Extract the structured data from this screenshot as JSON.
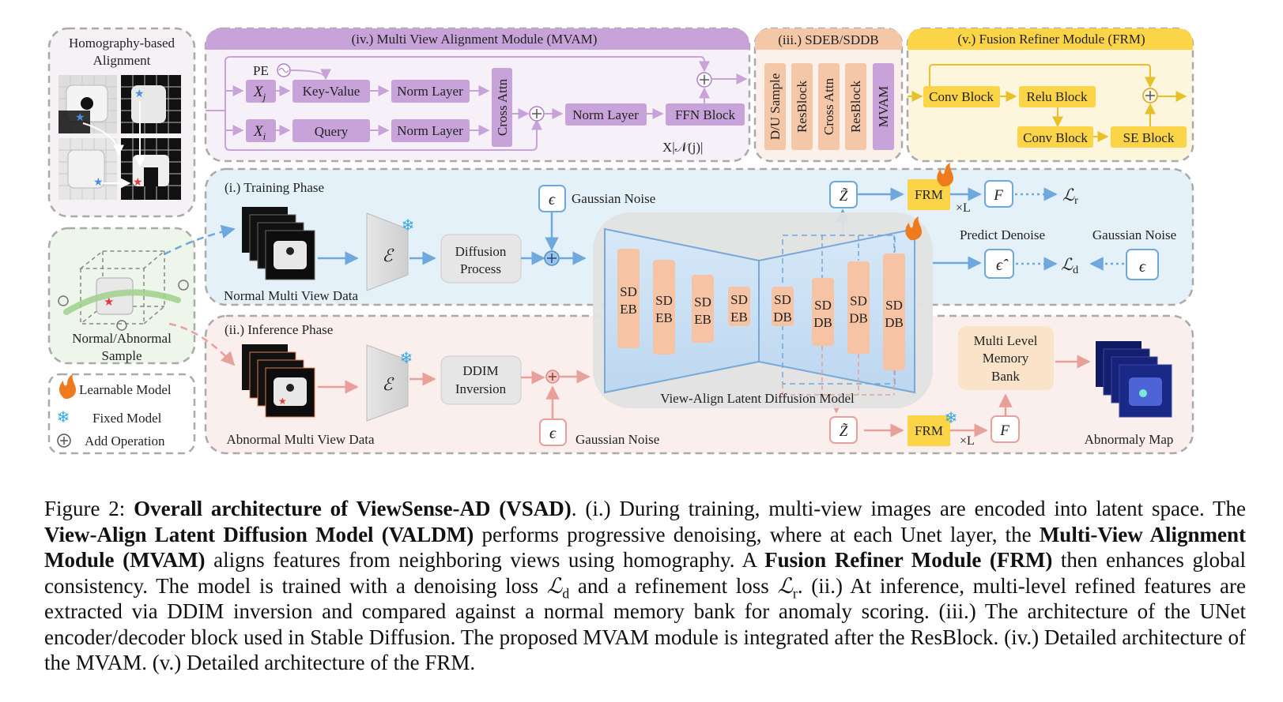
{
  "figure": {
    "homography_title_1": "Homography-based",
    "homography_title_2": "Alignment",
    "normal_abnormal_1": "Normal/Abnormal",
    "normal_abnormal_2": "Sample",
    "legend": {
      "learnable": "Learnable Model",
      "fixed": "Fixed Model",
      "add": "Add Operation"
    },
    "mvam": {
      "title": "(iv.) Multi View Alignment Module  (MVAM)",
      "pe": "PE",
      "xj": "X",
      "xj_sub": "j",
      "xi": "X",
      "xi_sub": "i",
      "key_value": "Key-Value",
      "query": "Query",
      "norm_layer_1": "Norm Layer",
      "norm_layer_2": "Norm Layer",
      "cross_attn": "Cross Attn",
      "norm_layer_3": "Norm Layer",
      "ffn_block": "FFN Block",
      "repeat": "X|𝒩(j)|"
    },
    "sdeb": {
      "title": "(iii.) SDEB/SDDB",
      "blocks": [
        "D/U Sample",
        "ResBlock",
        "Cross Attn",
        "ResBlock",
        "MVAM"
      ]
    },
    "frm": {
      "title": "(v.) Fusion Refiner Module (FRM)",
      "conv_block_1": "Conv Block",
      "relu_block": "Relu Block",
      "conv_block_2": "Conv Block",
      "se_block": "SE Block"
    },
    "training": {
      "title": "(i.)  Training Phase",
      "data_label": "Normal Multi View Data",
      "encoder": "ℰ",
      "diffusion_1": "Diffusion",
      "diffusion_2": "Process",
      "epsilon": "ϵ",
      "gaussian_noise": "Gaussian Noise",
      "z_tilde": "Z̃",
      "frm": "FRM",
      "xl": "×L",
      "f": "F",
      "loss_r": "ℒ",
      "loss_r_sub": "r",
      "predict_denoise": "Predict Denoise",
      "gaussian_noise_2": "Gaussian Noise",
      "eps_hat": "ϵ̂",
      "loss_d": "ℒ",
      "loss_d_sub": "d",
      "epsilon_2": "ϵ"
    },
    "unet": {
      "eb_blocks": [
        "SD EB",
        "SD EB",
        "SD EB",
        "SD EB"
      ],
      "db_blocks": [
        "SD DB",
        "SD DB",
        "SD DB",
        "SD DB"
      ],
      "title": "View-Align Latent Diffusion Model"
    },
    "inference": {
      "title": "(ii.) Inference Phase",
      "data_label": "Abnormal Multi View Data",
      "encoder": "ℰ",
      "ddim_1": "DDIM",
      "ddim_2": "Inversion",
      "epsilon": "ϵ",
      "gaussian_noise": "Gaussian Noise",
      "z_tilde": "Z̃",
      "frm": "FRM",
      "xl": "×L",
      "f": "F",
      "memory_1": "Multi Level",
      "memory_2": "Memory",
      "memory_3": "Bank",
      "anomaly_map": "Abnormaly Map"
    }
  },
  "caption": {
    "p1": "Figure 2: ",
    "b1": "Overall architecture of ViewSense-AD (VSAD)",
    "p2": ". (i.) During training, multi-view images are encoded into latent space. The ",
    "b2": "View-Align Latent Diffusion Model (VALDM)",
    "p3": " performs progressive denoising, where at each Unet layer, the ",
    "b3": "Multi-View Alignment Module (MVAM)",
    "p4": " aligns features from neighboring views using homography. A ",
    "b4": "Fusion Refiner Module (FRM)",
    "p5": " then enhances global consistency. The model is trained with a denoising loss ",
    "ld": "ℒ",
    "ld_sub": "d",
    "p6": " and a refinement loss ",
    "lr": "ℒ",
    "lr_sub": "r",
    "p7": ". (ii.) At inference, multi-level refined features are extracted via DDIM inversion and compared against a normal memory bank for anomaly scoring. (iii.) The architecture of the UNet encoder/decoder block used in Stable Diffusion. The proposed MVAM module is integrated after the ResBlock. (iv.) Detailed architecture of the MVAM. (v.) Detailed architecture of the FRM."
  },
  "colors": {
    "purple": "#c7a3d9",
    "purple_light": "#f4eef8",
    "salmon": "#f4c7a8",
    "yellow": "#fbd448",
    "yellow_light": "#fdf6dc",
    "blue_light": "#e5f1f9",
    "pink_light": "#fbefee",
    "blue_line": "#6fa8dc",
    "pink_line": "#e8a09a"
  }
}
